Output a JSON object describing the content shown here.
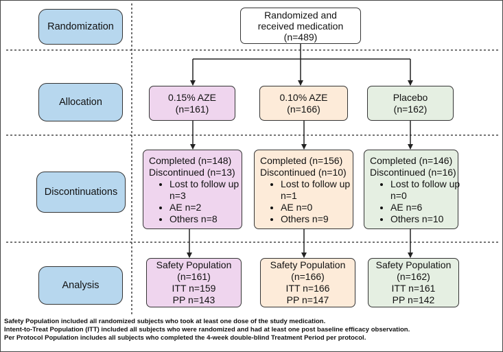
{
  "stages": {
    "randomization": "Randomization",
    "allocation": "Allocation",
    "discontinuations": "Discontinuations",
    "analysis": "Analysis"
  },
  "top": {
    "line1": "Randomized and",
    "line2": "received medication",
    "line3": "(n=489)"
  },
  "arms": [
    {
      "alloc_name": "0.15% AZE",
      "alloc_n": "(n=161)",
      "completed": "Completed (n=148)",
      "discontinued": "Discontinued (n=13)",
      "reasons": [
        "Lost to follow up n=3",
        "AE n=2",
        "Others n=8"
      ],
      "safety": "Safety Population",
      "safety_n": "(n=161)",
      "itt": "ITT n=159",
      "pp": "PP n=143"
    },
    {
      "alloc_name": "0.10% AZE",
      "alloc_n": "(n=166)",
      "completed": "Completed (n=156)",
      "discontinued": "Discontinued (n=10)",
      "reasons": [
        "Lost to follow up n=1",
        "AE n=0",
        "Others n=9"
      ],
      "safety": "Safety Population",
      "safety_n": "(n=166)",
      "itt": "ITT n=166",
      "pp": "PP n=147"
    },
    {
      "alloc_name": "Placebo",
      "alloc_n": "(n=162)",
      "completed": "Completed (n=146)",
      "discontinued": "Discontinued (n=16)",
      "reasons": [
        "Lost to follow up n=0",
        "AE n=6",
        "Others n=10"
      ],
      "safety": "Safety Population",
      "safety_n": "(n=162)",
      "itt": "ITT n=161",
      "pp": "PP n=142"
    }
  ],
  "footnotes": [
    "Safety Population included all randomized subjects who took at least one dose of the study medication.",
    "Intent-to-Treat Population (ITT) included all subjects who were randomized and had at least one post baseline efficacy observation.",
    "Per Protocol Population includes all subjects who completed the 4-week double-blind Treatment Period per protocol."
  ],
  "colors": {
    "stage": "#b7d7ee",
    "arm1": "#efd5ee",
    "arm2": "#fdebd9",
    "arm3": "#e5efe2"
  }
}
